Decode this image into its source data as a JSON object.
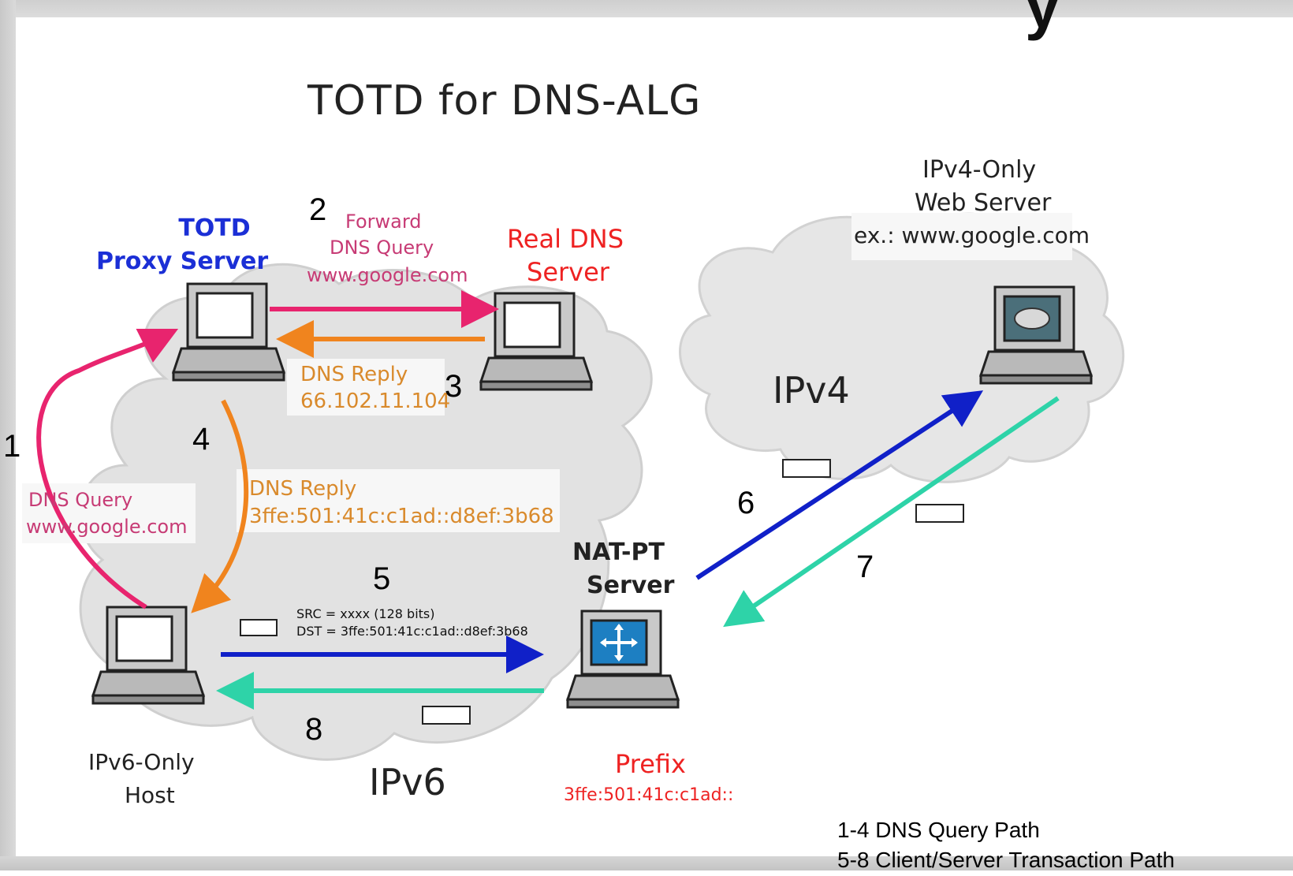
{
  "corner_glyph": "y",
  "title": "TOTD for DNS-ALG",
  "nodes": {
    "totd_proxy": {
      "line1": "TOTD",
      "line2": "Proxy Server"
    },
    "real_dns": {
      "line1": "Real DNS",
      "line2": "Server"
    },
    "ipv4_web": {
      "line1": "IPv4-Only",
      "line2": "Web Server",
      "line3": "ex.: www.google.com"
    },
    "ipv6_host": {
      "line1": "IPv6-Only",
      "line2": "Host"
    },
    "nat_pt": {
      "line1": "NAT-PT",
      "line2": "Server"
    },
    "prefix": {
      "label": "Prefix",
      "value": "3ffe:501:41c:c1ad::"
    }
  },
  "clouds": {
    "ipv4": "IPv4",
    "ipv6": "IPv6"
  },
  "messages": {
    "step2": {
      "line1": "Forward",
      "line2": "DNS Query",
      "line3": "www.google.com"
    },
    "step3": {
      "line1": "DNS Reply",
      "line2": "66.102.11.104"
    },
    "step1": {
      "line1": "DNS Query",
      "line2": "www.google.com"
    },
    "step4": {
      "line1": "DNS Reply",
      "line2": "3ffe:501:41c:c1ad::d8ef:3b68"
    },
    "step5": {
      "line1": "SRC = xxxx (128 bits)",
      "line2": "DST = 3ffe:501:41c:c1ad::d8ef:3b68"
    }
  },
  "step_numbers": [
    "1",
    "2",
    "3",
    "4",
    "5",
    "6",
    "7",
    "8"
  ],
  "legend": {
    "line1": "1-4 DNS Query Path",
    "line2": "5-8 Client/Server Transaction Path"
  },
  "colors": {
    "pink_arrow": "#e8246e",
    "orange_arrow": "#f0841e",
    "blue_arrow": "#1020c8",
    "teal_arrow": "#2ed3a8",
    "cloud_fill": "#e4e4e4",
    "title_blue": "#1b2fd6",
    "title_red": "#ee2222"
  }
}
